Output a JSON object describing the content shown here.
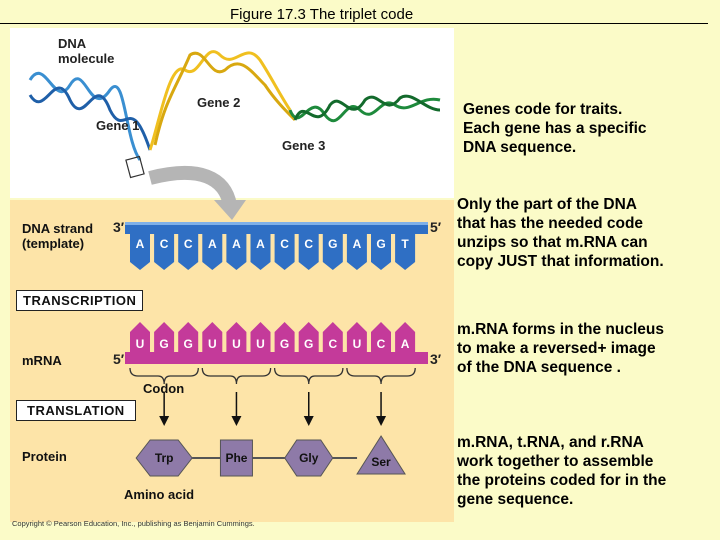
{
  "title": "Figure 17.3  The triplet code",
  "labels": {
    "dna_molecule_line1": "DNA",
    "dna_molecule_line2": "molecule",
    "gene1": "Gene 1",
    "gene2": "Gene 2",
    "gene3": "Gene 3",
    "dna_strand_line1": "DNA strand",
    "dna_strand_line2": "(template)",
    "three_prime_top": "3′",
    "five_prime_top": "5′",
    "transcription": "TRANSCRIPTION",
    "mrna": "mRNA",
    "five_prime_bottom": "5′",
    "three_prime_bottom": "3′",
    "codon": "Codon",
    "translation": "TRANSLATION",
    "protein": "Protein",
    "amino_acid": "Amino acid"
  },
  "dna_bases": [
    "A",
    "C",
    "C",
    "A",
    "A",
    "A",
    "C",
    "C",
    "G",
    "A",
    "G",
    "T"
  ],
  "mrna_bases": [
    "U",
    "G",
    "G",
    "U",
    "U",
    "U",
    "G",
    "G",
    "C",
    "U",
    "C",
    "A"
  ],
  "amino_acids": [
    "Trp",
    "Phe",
    "Gly",
    "Ser"
  ],
  "side_notes": {
    "note1": [
      "Genes code for traits.",
      "Each gene has a specific",
      "DNA sequence."
    ],
    "note2": [
      "Only the part of the DNA",
      "that has the needed code",
      "unzips so that m.RNA can",
      "copy JUST that information."
    ],
    "note3": [
      "m.RNA forms in the nucleus",
      "to make a reversed+ image",
      "of the DNA sequence ."
    ],
    "note4": [
      "m.RNA, t.RNA, and r.RNA",
      "work together to assemble",
      "the proteins coded for in the",
      "gene sequence."
    ]
  },
  "copyright": "Copyright © Pearson Education, Inc., publishing as Benjamin Cummings.",
  "colors": {
    "dna_strand": "#2f6fc4",
    "mrna_strand": "#c43a9a",
    "amino_acid": "#8e7aa8",
    "gene1": "#3a8fd1",
    "gene2": "#f0c020",
    "gene3": "#1e8a3c",
    "panel_yellow": "#fde4a8"
  }
}
